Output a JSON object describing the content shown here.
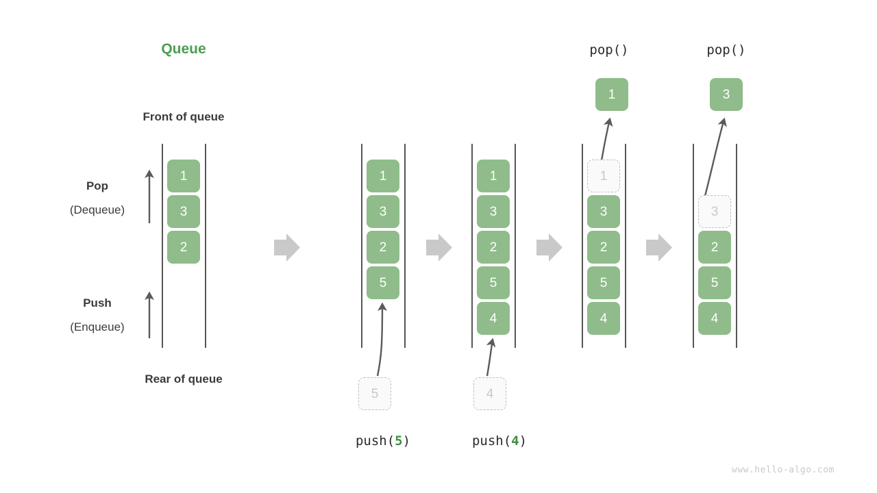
{
  "title": "Queue",
  "labels": {
    "front": "Front of queue",
    "rear": "Rear of queue",
    "pop_bold": "Pop",
    "pop_paren": "(Dequeue)",
    "push_bold": "Push",
    "push_paren": "(Enqueue)"
  },
  "colors": {
    "accent_green": "#4a9e4f",
    "cell_green": "#8fbc8a",
    "ghost_fill": "#fafafa",
    "ghost_border": "#bdbdbd",
    "rail": "#555555",
    "arrow_gray": "#c9c9c9",
    "thin_arrow": "#5a5a5a",
    "text": "#3b3b3b",
    "watermark": "#c9c9c9"
  },
  "watermark": "www.hello-algo.com",
  "operations": [
    {
      "name": "push-5",
      "label_prefix": "push(",
      "label_arg": "5",
      "label_suffix": ")"
    },
    {
      "name": "push-4",
      "label_prefix": "push(",
      "label_arg": "4",
      "label_suffix": ")"
    },
    {
      "name": "pop-1",
      "label": "pop()"
    },
    {
      "name": "pop-3",
      "label": "pop()"
    }
  ],
  "stages": [
    {
      "name": "initial-queue",
      "cells": [
        "1",
        "3",
        "2"
      ],
      "ghost_cell": null,
      "incoming_cell": null,
      "popped_cell": null,
      "op_label": null
    },
    {
      "name": "after-push-5",
      "cells": [
        "1",
        "3",
        "2",
        "5"
      ],
      "ghost_cell": null,
      "incoming_cell": "5",
      "popped_cell": null,
      "op_label": "push(5)"
    },
    {
      "name": "after-push-4",
      "cells": [
        "1",
        "3",
        "2",
        "5",
        "4"
      ],
      "ghost_cell": null,
      "incoming_cell": "4",
      "popped_cell": null,
      "op_label": "push(4)"
    },
    {
      "name": "pop-front-1",
      "cells": [
        "3",
        "2",
        "5",
        "4"
      ],
      "ghost_cell": "1",
      "incoming_cell": null,
      "popped_cell": "1",
      "op_label": "pop()"
    },
    {
      "name": "pop-front-3",
      "cells": [
        "2",
        "5",
        "4"
      ],
      "ghost_cell": "3",
      "incoming_cell": null,
      "popped_cell": "3",
      "op_label": "pop()"
    }
  ],
  "cells": {
    "col0": [
      "1",
      "3",
      "2"
    ],
    "col1": [
      "1",
      "3",
      "2",
      "5"
    ],
    "col2": [
      "1",
      "3",
      "2",
      "5",
      "4"
    ],
    "col3_ghost": "1",
    "col3": [
      "3",
      "2",
      "5",
      "4"
    ],
    "col4_ghost": "3",
    "col4": [
      "2",
      "5",
      "4"
    ],
    "incoming5": "5",
    "incoming4": "4",
    "popped1": "1",
    "popped3": "3"
  },
  "op_labels": {
    "push5_prefix": "push(",
    "push5_arg": "5",
    "push5_suffix": ")",
    "push4_prefix": "push(",
    "push4_arg": "4",
    "push4_suffix": ")",
    "pop1": "pop()",
    "pop3": "pop()"
  }
}
